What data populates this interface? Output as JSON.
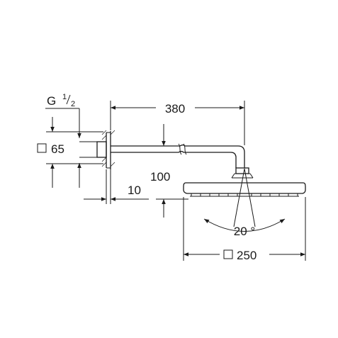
{
  "labels": {
    "thread_prefix": "G",
    "thread_num": "1",
    "thread_den": "2",
    "arm_length": "380",
    "wall_square": "65",
    "drop": "100",
    "flange_depth": "10",
    "spray_angle": "20 °",
    "head_square": "250"
  },
  "colors": {
    "line": "#1a1a1a",
    "background": "#ffffff"
  }
}
